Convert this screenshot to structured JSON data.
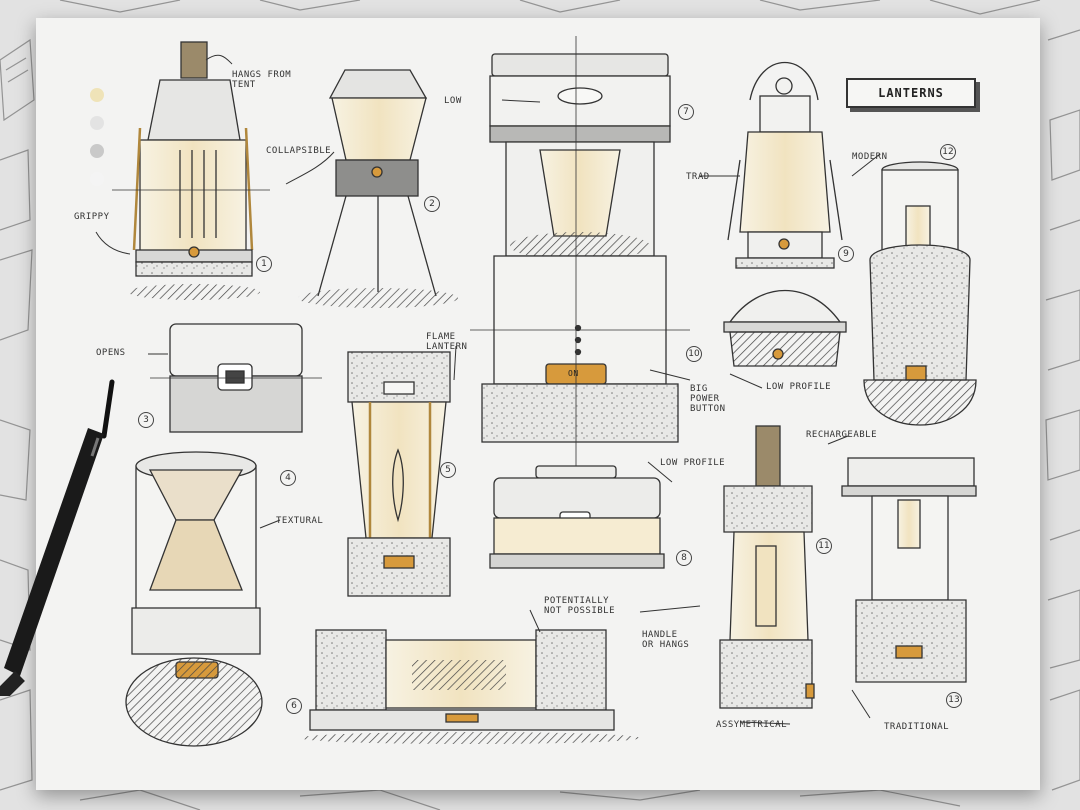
{
  "title": "LANTERNS",
  "swatches": [
    "#efe3b8",
    "#e3e3e3",
    "#c9c9c9",
    "#f4f4f4"
  ],
  "labels": {
    "hangs_from_tent": "HANGS FROM\nTENT",
    "collapsible": "COLLAPSIBLE",
    "grippy": "GRIPPY",
    "opens": "OPENS",
    "low": "LOW",
    "trad": "TRAD",
    "modern": "MODERN",
    "flame_lantern": "FLAME\nLANTERN",
    "big_power_button": "BIG\nPOWER\nBUTTON",
    "low_profile_small": "LOW PROFILE",
    "low_profile": "LOW PROFILE",
    "rechargeable": "RECHARGEABLE",
    "textural": "TEXTURAL",
    "potentially_not_possible": "POTENTIALLY\nNOT POSSIBLE",
    "handle_or_hangs": "HANDLE\nOR HANGS",
    "asymmetrical": "ASSYMETRICAL",
    "traditional": "TRADITIONAL",
    "on_button": "ON"
  },
  "numbers": [
    "1",
    "2",
    "3",
    "4",
    "5",
    "6",
    "7",
    "8",
    "9",
    "10",
    "11",
    "12",
    "13"
  ]
}
